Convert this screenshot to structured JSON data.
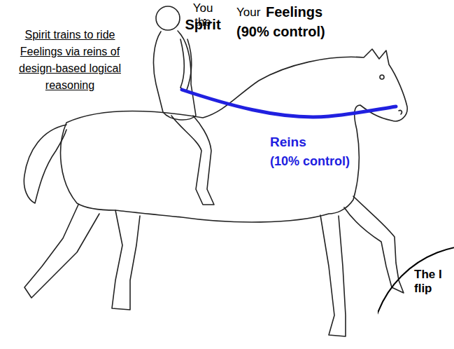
{
  "diagram": {
    "nodes": [
      {
        "text": [
          "The I flip"
        ]
      }
    ],
    "labels": [
      "Spirit trains to ride Feelings via reins of design-based logical reasoning",
      "You the",
      "Spirit",
      "Your",
      "Feelings",
      "(90% control)",
      "Reins",
      "(10% control)"
    ]
  }
}
